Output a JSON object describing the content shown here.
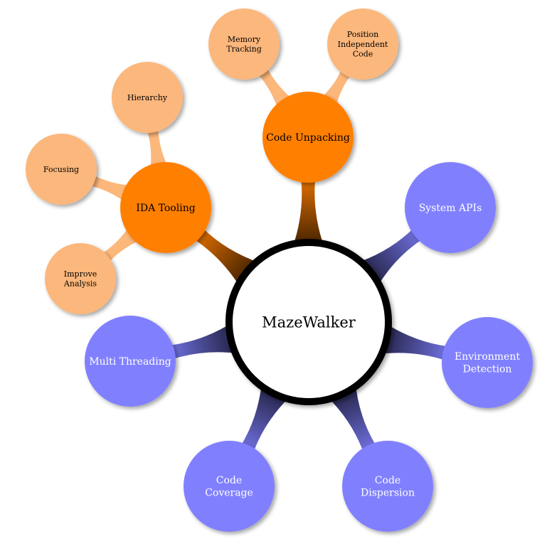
{
  "root": {
    "label": "MazeWalker"
  },
  "colors": {
    "root_fill": "#ffffff",
    "root_ring": "#000000",
    "orange": "#ff7f00",
    "orange_light": "#fcb77b",
    "blue": "#8080ff",
    "connector_dark": "#000000",
    "text_light": "#ffffff",
    "text_dark": "#000000",
    "shadow": "#bdbdbd"
  },
  "branches": [
    {
      "label": "Code Unpacking",
      "theme": "orange",
      "children": [
        {
          "label": "Memory Tracking",
          "lines": [
            "Memory",
            "Tracking"
          ]
        },
        {
          "label": "Position Independent Code",
          "lines": [
            "Position",
            "Independent",
            "Code"
          ]
        }
      ]
    },
    {
      "label": "IDA Tooling",
      "theme": "orange",
      "children": [
        {
          "label": "Hierarchy",
          "lines": [
            "Hierarchy"
          ]
        },
        {
          "label": "Focusing",
          "lines": [
            "Focusing"
          ]
        },
        {
          "label": "Improve Analysis",
          "lines": [
            "Improve",
            "Analysis"
          ]
        }
      ]
    },
    {
      "label": "System APIs",
      "theme": "blue",
      "children": []
    },
    {
      "label": "Environment Detection",
      "lines": [
        "Environment",
        "Detection"
      ],
      "theme": "blue",
      "children": []
    },
    {
      "label": "Code Dispersion",
      "lines": [
        "Code",
        "Dispersion"
      ],
      "theme": "blue",
      "children": []
    },
    {
      "label": "Code Coverage",
      "lines": [
        "Code",
        "Coverage"
      ],
      "theme": "blue",
      "children": []
    },
    {
      "label": "Multi Threading",
      "theme": "blue",
      "children": []
    }
  ]
}
